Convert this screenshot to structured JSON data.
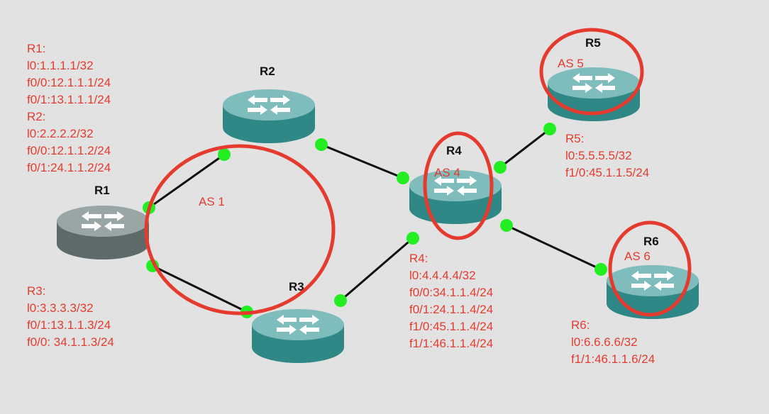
{
  "routers": [
    {
      "name": "R1",
      "type": "gray"
    },
    {
      "name": "R2",
      "type": "teal"
    },
    {
      "name": "R3",
      "type": "teal"
    },
    {
      "name": "R4",
      "type": "teal"
    },
    {
      "name": "R5",
      "type": "teal"
    },
    {
      "name": "R6",
      "type": "teal"
    }
  ],
  "as_labels": [
    "AS 1",
    "AS 4",
    "AS 5",
    "AS 6"
  ],
  "info_blocks": {
    "r1_r2": [
      "R1:",
      "l0:1.1.1.1/32",
      "f0/0:12.1.1.1/24",
      "f0/1:13.1.1.1/24",
      "R2:",
      "l0:2.2.2.2/32",
      "f0/0:12.1.1.2/24",
      "f0/1:24.1.1.2/24"
    ],
    "r3": [
      "R3:",
      "l0:3.3.3.3/32",
      "f0/1:13.1.1.3/24",
      "f0/0: 34.1.1.3/24"
    ],
    "r4": [
      "R4:",
      "l0:4.4.4.4/32",
      "f0/0:34.1.1.4/24",
      "f0/1:24.1.1.4/24",
      "f1/0:45.1.1.4/24",
      "f1/1:46.1.1.4/24"
    ],
    "r5": [
      "R5:",
      "l0:5.5.5.5/32",
      "f1/0:45.1.1.5/24"
    ],
    "r6": [
      "R6:",
      "l0:6.6.6.6/32",
      "f1/1:46.1.1.6/24"
    ]
  },
  "colors": {
    "background": "#e2e2e2",
    "annotation": "#e53b2e",
    "link": "#111111",
    "port": "#22ee22",
    "router_teal": "#3a9a98",
    "router_gray": "#7c8787"
  },
  "icons": {
    "router": "router-icon",
    "port": "port-dot"
  }
}
